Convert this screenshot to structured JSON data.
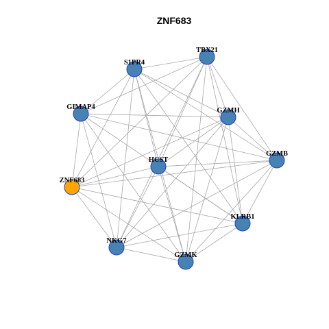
{
  "title": "ZNF683",
  "colors": {
    "background": "#ffffff",
    "default_node": "#4682b4",
    "highlight_node": "#ffa500",
    "node_border": "#1f3fbf",
    "edge": "#a6a6a6"
  },
  "nodes": [
    {
      "id": "S1PR4",
      "label": "S1PR4",
      "highlight": false
    },
    {
      "id": "TBX21",
      "label": "TBX21",
      "highlight": false
    },
    {
      "id": "GIMAP4",
      "label": "GIMAP4",
      "highlight": false
    },
    {
      "id": "GZMH",
      "label": "GZMH",
      "highlight": false
    },
    {
      "id": "GZMB",
      "label": "GZMB",
      "highlight": false
    },
    {
      "id": "HCST",
      "label": "HCST",
      "highlight": false
    },
    {
      "id": "ZNF683",
      "label": "ZNF683",
      "highlight": true
    },
    {
      "id": "KLRB1",
      "label": "KLRB1",
      "highlight": false
    },
    {
      "id": "NKG7",
      "label": "NKG7",
      "highlight": false
    },
    {
      "id": "GZMK",
      "label": "GZMK",
      "highlight": false
    }
  ],
  "edges": [
    [
      "S1PR4",
      "TBX21"
    ],
    [
      "S1PR4",
      "GIMAP4"
    ],
    [
      "S1PR4",
      "GZMH"
    ],
    [
      "S1PR4",
      "GZMB"
    ],
    [
      "S1PR4",
      "HCST"
    ],
    [
      "S1PR4",
      "ZNF683"
    ],
    [
      "S1PR4",
      "KLRB1"
    ],
    [
      "S1PR4",
      "NKG7"
    ],
    [
      "S1PR4",
      "GZMK"
    ],
    [
      "TBX21",
      "GIMAP4"
    ],
    [
      "TBX21",
      "GZMH"
    ],
    [
      "TBX21",
      "GZMB"
    ],
    [
      "TBX21",
      "HCST"
    ],
    [
      "TBX21",
      "ZNF683"
    ],
    [
      "TBX21",
      "KLRB1"
    ],
    [
      "TBX21",
      "NKG7"
    ],
    [
      "TBX21",
      "GZMK"
    ],
    [
      "GIMAP4",
      "GZMH"
    ],
    [
      "GIMAP4",
      "ZNF683"
    ],
    [
      "GIMAP4",
      "KLRB1"
    ],
    [
      "GIMAP4",
      "NKG7"
    ],
    [
      "GIMAP4",
      "GZMK"
    ],
    [
      "GIMAP4",
      "GZMB"
    ],
    [
      "GZMH",
      "GZMB"
    ],
    [
      "GZMH",
      "HCST"
    ],
    [
      "GZMH",
      "ZNF683"
    ],
    [
      "GZMH",
      "KLRB1"
    ],
    [
      "GZMH",
      "NKG7"
    ],
    [
      "GZMH",
      "GZMK"
    ],
    [
      "GZMB",
      "HCST"
    ],
    [
      "GZMB",
      "ZNF683"
    ],
    [
      "GZMB",
      "KLRB1"
    ],
    [
      "GZMB",
      "NKG7"
    ],
    [
      "GZMB",
      "GZMK"
    ],
    [
      "HCST",
      "ZNF683"
    ],
    [
      "HCST",
      "KLRB1"
    ],
    [
      "HCST",
      "NKG7"
    ],
    [
      "HCST",
      "GZMK"
    ],
    [
      "ZNF683",
      "KLRB1"
    ],
    [
      "ZNF683",
      "NKG7"
    ],
    [
      "ZNF683",
      "GZMK"
    ],
    [
      "KLRB1",
      "NKG7"
    ],
    [
      "KLRB1",
      "GZMK"
    ],
    [
      "NKG7",
      "GZMK"
    ]
  ]
}
